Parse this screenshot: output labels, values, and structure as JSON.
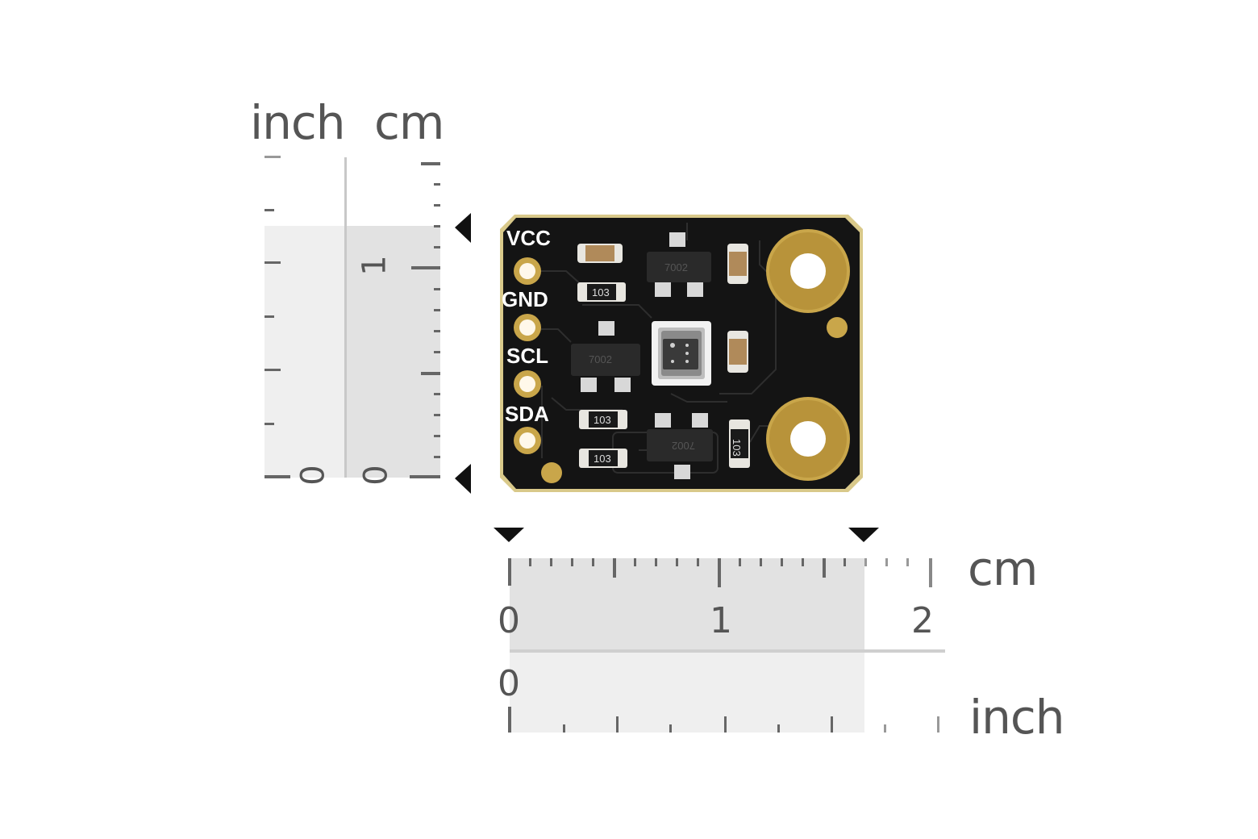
{
  "vertical_scale": {
    "inch_label": "inch",
    "cm_label": "cm",
    "inch_zero": "0",
    "cm_zero": "0",
    "cm_one": "1"
  },
  "horizontal_scale": {
    "cm_label": "cm",
    "inch_label": "inch",
    "cm_ticks": [
      "0",
      "1",
      "2"
    ],
    "inch_zero": "0"
  },
  "board": {
    "pin_labels": [
      "VCC",
      "GND",
      "SCL",
      "SDA"
    ],
    "resistor_codes": [
      "103",
      "103",
      "103",
      "103"
    ],
    "transistor_codes": [
      "7002",
      "7002",
      "7002"
    ],
    "board_color": "#141414",
    "pad_color": "#c9a64a"
  }
}
